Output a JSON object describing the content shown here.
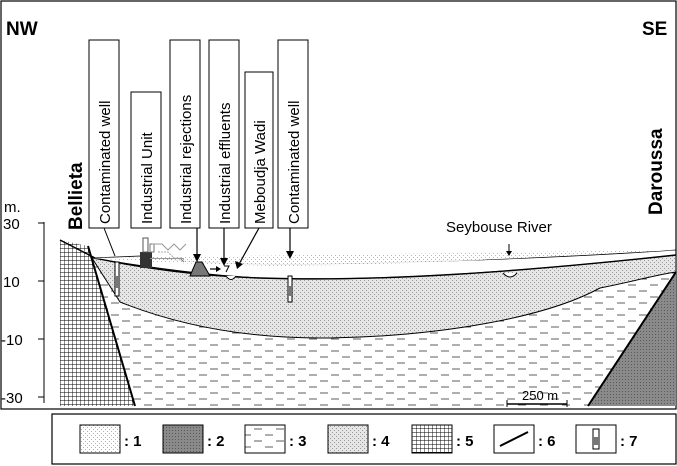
{
  "orientation": {
    "left": "NW",
    "right": "SE"
  },
  "unit": "m.",
  "elevation_ticks": [
    "30",
    "10",
    "-10",
    "-30"
  ],
  "sites": {
    "left": "Bellieta",
    "right": "Daroussa"
  },
  "labels": [
    "Contaminated  well",
    "Industrial Unit",
    "Industrial rejections",
    "Industrial effluents",
    "Meboudja Wadi",
    "Contaminated  well"
  ],
  "river": "Seybouse River",
  "scale_bar": "250 m",
  "legend": [
    ": 1",
    ": 2",
    ": 3",
    ": 4",
    ": 5",
    ": 6",
    ": 7"
  ]
}
